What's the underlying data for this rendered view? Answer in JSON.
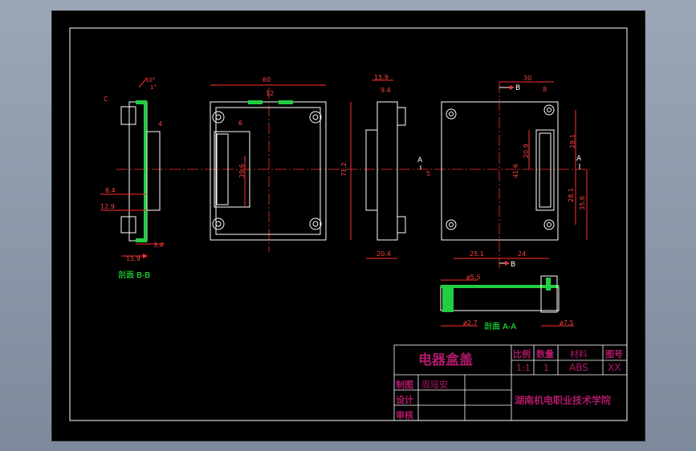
{
  "title_block": {
    "part_name": "电器盒盖",
    "header_scale": "比例",
    "header_qty": "数量",
    "header_material": "材料",
    "header_drawing_no": "图号",
    "scale": "1:1",
    "quantity": "1",
    "material": "ABS",
    "drawing_no": "XX",
    "label_drawn": "制图",
    "drawn_by": "周瑶安",
    "label_design": "设计",
    "label_review": "审核",
    "school": "湖南机电职业技术学院"
  },
  "views": {
    "section_bb_label": "剖面 B-B",
    "section_aa_label": "剖面 A-A"
  },
  "dimensions": {
    "side_left": {
      "angle1": "10°",
      "angle2": "1°",
      "chamfer": "C",
      "d4": "4",
      "d84": "8.4",
      "d129": "12.9",
      "d34": "3.4",
      "d159": "15.9"
    },
    "front": {
      "width": "60",
      "top_slot": "12",
      "slot_x": "6",
      "slot_h": "39.6",
      "height": "71.2"
    },
    "side_right": {
      "top": "15.9",
      "inner": "9.4",
      "bottom": "20.4"
    },
    "back": {
      "top": "30",
      "top2": "8",
      "v1": "28.1",
      "v2": "20.9",
      "v3": "41.6",
      "v4": "28.1",
      "v5": "35.6",
      "h1": "25.1",
      "h2": "24",
      "small": "5",
      "letter_a": "A",
      "letter_b": "B"
    },
    "aa": {
      "d55": "ø5.5",
      "d27": "ø2.7",
      "d75": "ø7.5"
    }
  }
}
